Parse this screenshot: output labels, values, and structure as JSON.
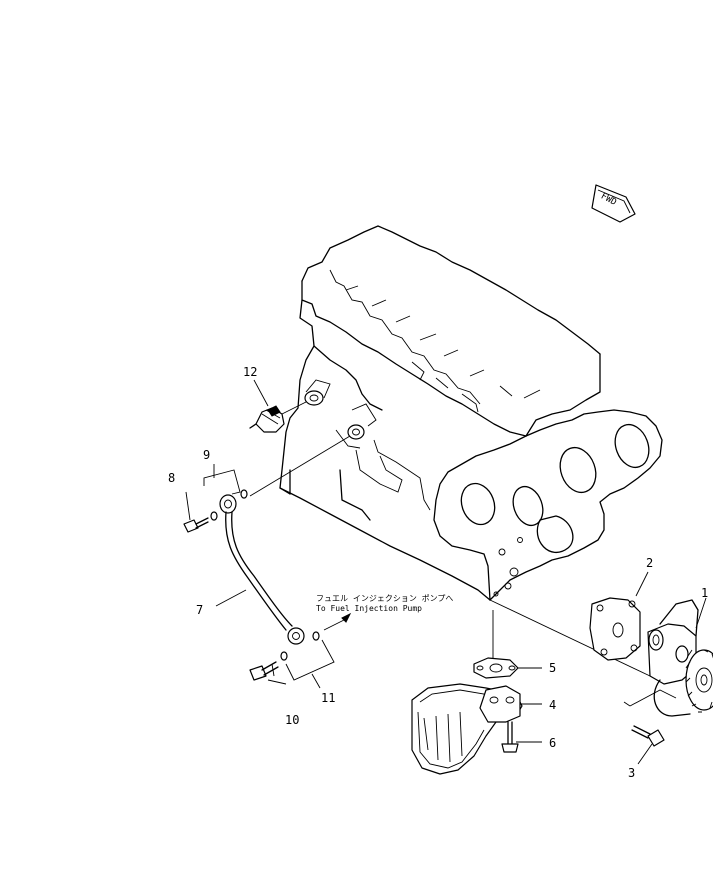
{
  "direction_marker": "FWD",
  "note": {
    "japanese": "フュエル インジェクション ポンプへ",
    "english": "To Fuel Injection Pump"
  },
  "callouts": [
    {
      "id": "1",
      "label": "1"
    },
    {
      "id": "2",
      "label": "2"
    },
    {
      "id": "3",
      "label": "3"
    },
    {
      "id": "4",
      "label": "4"
    },
    {
      "id": "5",
      "label": "5"
    },
    {
      "id": "6",
      "label": "6"
    },
    {
      "id": "7",
      "label": "7"
    },
    {
      "id": "8",
      "label": "8"
    },
    {
      "id": "9",
      "label": "9"
    },
    {
      "id": "10",
      "label": "10"
    },
    {
      "id": "11",
      "label": "11"
    },
    {
      "id": "12",
      "label": "12"
    }
  ]
}
